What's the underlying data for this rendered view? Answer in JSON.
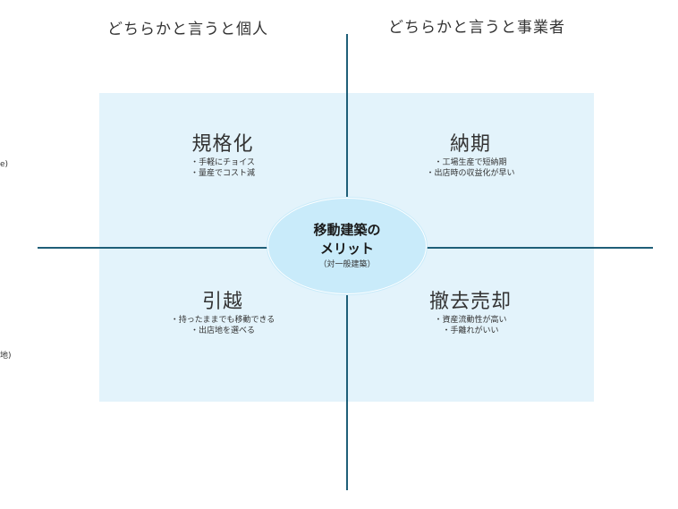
{
  "headers": {
    "left": "どちらかと言うと個人",
    "right": "どちらかと言うと事業者"
  },
  "center": {
    "title_line1": "移動建築の",
    "title_line2": "メリット",
    "subtitle": "（対一般建築）"
  },
  "quadrants": {
    "top_left": {
      "title": "規格化",
      "bullets": [
        "・手軽にチョイス",
        "・量産でコスト減"
      ]
    },
    "top_right": {
      "title": "納期",
      "bullets": [
        "・工場生産で短納期",
        "・出店時の収益化が早い"
      ]
    },
    "bottom_left": {
      "title": "引越",
      "bullets": [
        "・持ったままでも移動できる",
        "・出店地を選べる"
      ]
    },
    "bottom_right": {
      "title": "撤去売却",
      "bullets": [
        "・資産流動性が高い",
        "・手離れがいい"
      ]
    }
  },
  "edge_fragments": {
    "left_top": "e)",
    "left_bottom": "地)"
  }
}
